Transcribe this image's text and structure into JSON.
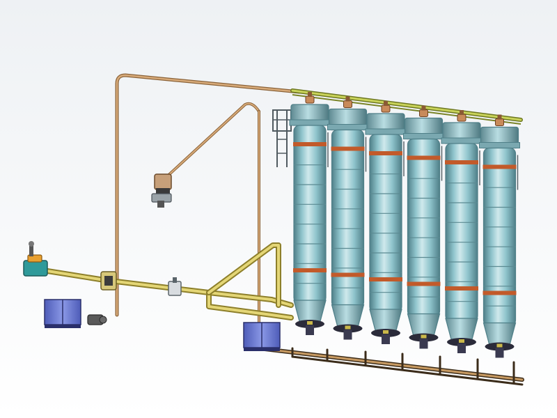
{
  "scene": {
    "columns": [
      {
        "id": 1
      },
      {
        "id": 2
      },
      {
        "id": 3
      },
      {
        "id": 4
      },
      {
        "id": 5
      },
      {
        "id": 6
      }
    ],
    "colors": {
      "background_top": "#eef1f4",
      "background_bottom": "#ffffff",
      "vessel_body": "#8fc4cc",
      "vessel_highlight": "#cfe9ec",
      "vessel_shadow": "#4f7f88",
      "vessel_band": "#c25a2a",
      "vessel_seam": "#5b8a92",
      "pipe_yellow": "#c9b84a",
      "pipe_yellow_dark": "#8d7f2a",
      "pipe_copper": "#b98a5a",
      "header_green": "#a7b43c",
      "valve_copper": "#c88a5a",
      "pump_blue": "#6f7fd6",
      "base_dark": "#2b2b3a",
      "frame_grey": "#9aa3a8"
    }
  }
}
